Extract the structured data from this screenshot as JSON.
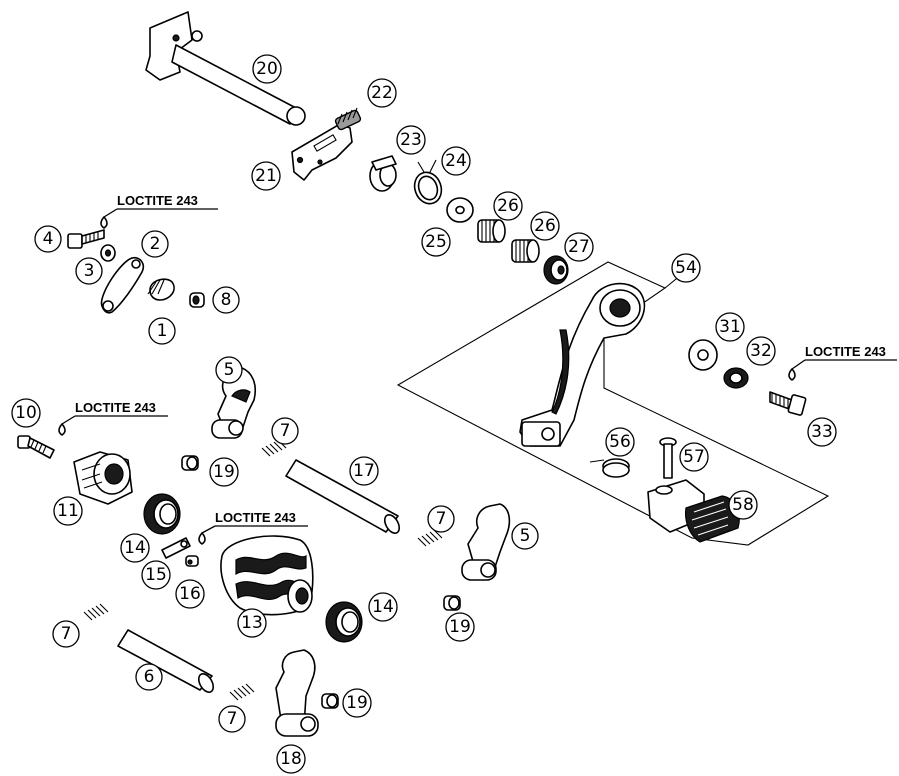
{
  "notes": {
    "loctite": "LOCTITE 243"
  },
  "callouts": {
    "c1": "1",
    "c2": "2",
    "c3": "3",
    "c4": "4",
    "c5a": "5",
    "c5b": "5",
    "c6": "6",
    "c7a": "7",
    "c7b": "7",
    "c7c": "7",
    "c7d": "7",
    "c8": "8",
    "c10": "10",
    "c11": "11",
    "c13": "13",
    "c14a": "14",
    "c14b": "14",
    "c15": "15",
    "c16": "16",
    "c17": "17",
    "c18": "18",
    "c19a": "19",
    "c19b": "19",
    "c19c": "19",
    "c20": "20",
    "c21": "21",
    "c22": "22",
    "c23": "23",
    "c24": "24",
    "c25": "25",
    "c26a": "26",
    "c26b": "26",
    "c27": "27",
    "c31": "31",
    "c32": "32",
    "c33": "33",
    "c54": "54",
    "c56": "56",
    "c57": "57",
    "c58": "58"
  }
}
